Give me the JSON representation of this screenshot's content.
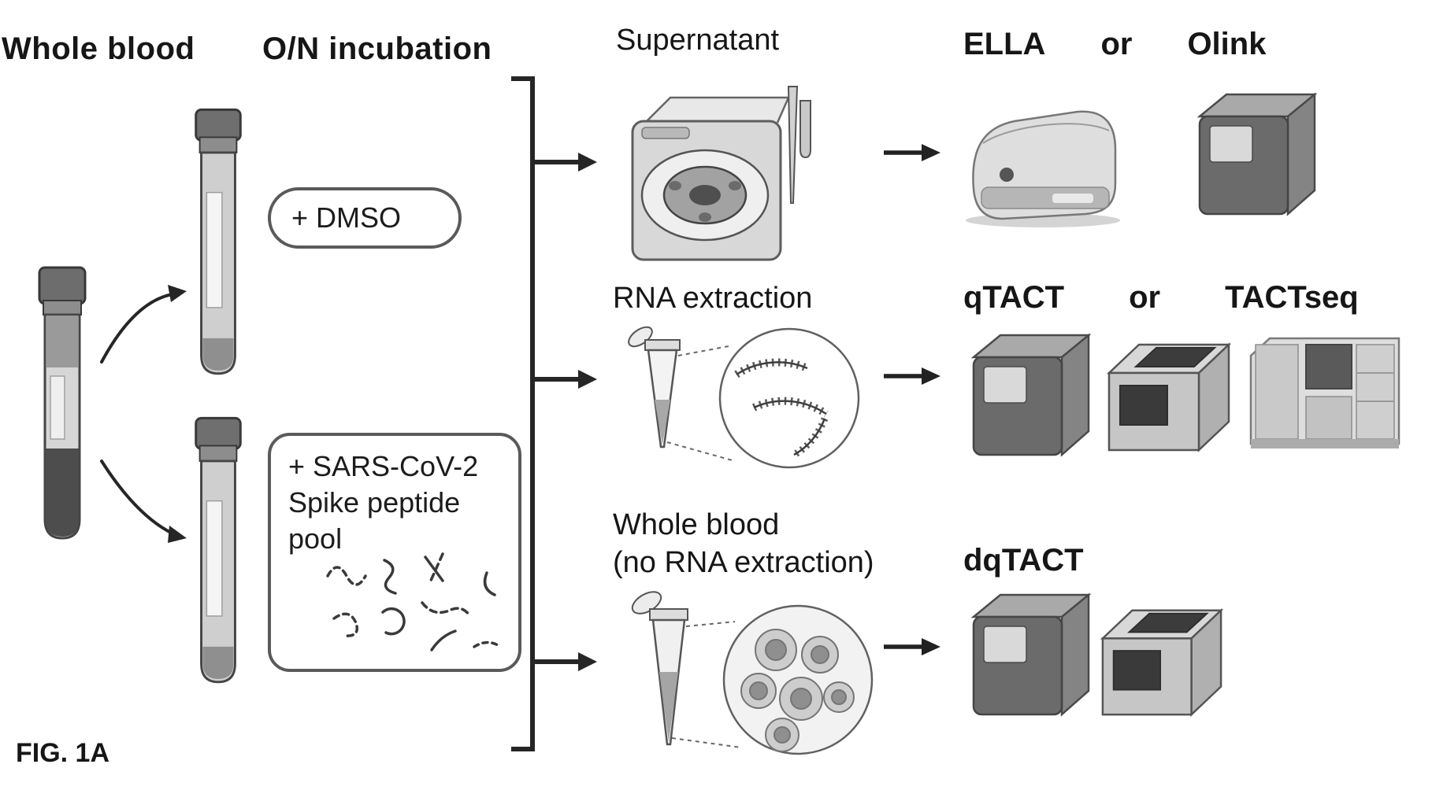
{
  "figure_label": "FIG. 1A",
  "headers": {
    "whole_blood": "Whole blood",
    "incubation": "O/N incubation"
  },
  "conditions": {
    "dmso": "+ DMSO",
    "spike": {
      "line1": "+ SARS-CoV-2",
      "line2": "Spike peptide",
      "line3": "pool"
    }
  },
  "branches": {
    "supernatant": {
      "sample_label": "Supernatant",
      "assay_a": "ELLA",
      "conjunction": "or",
      "assay_b": "Olink"
    },
    "rna": {
      "sample_label": "RNA extraction",
      "assay_a": "qTACT",
      "conjunction": "or",
      "assay_b": "TACTseq"
    },
    "whole_blood_direct": {
      "sample_line1": "Whole blood",
      "sample_line2": "(no RNA extraction)",
      "assay_a": "dqTACT"
    }
  }
}
